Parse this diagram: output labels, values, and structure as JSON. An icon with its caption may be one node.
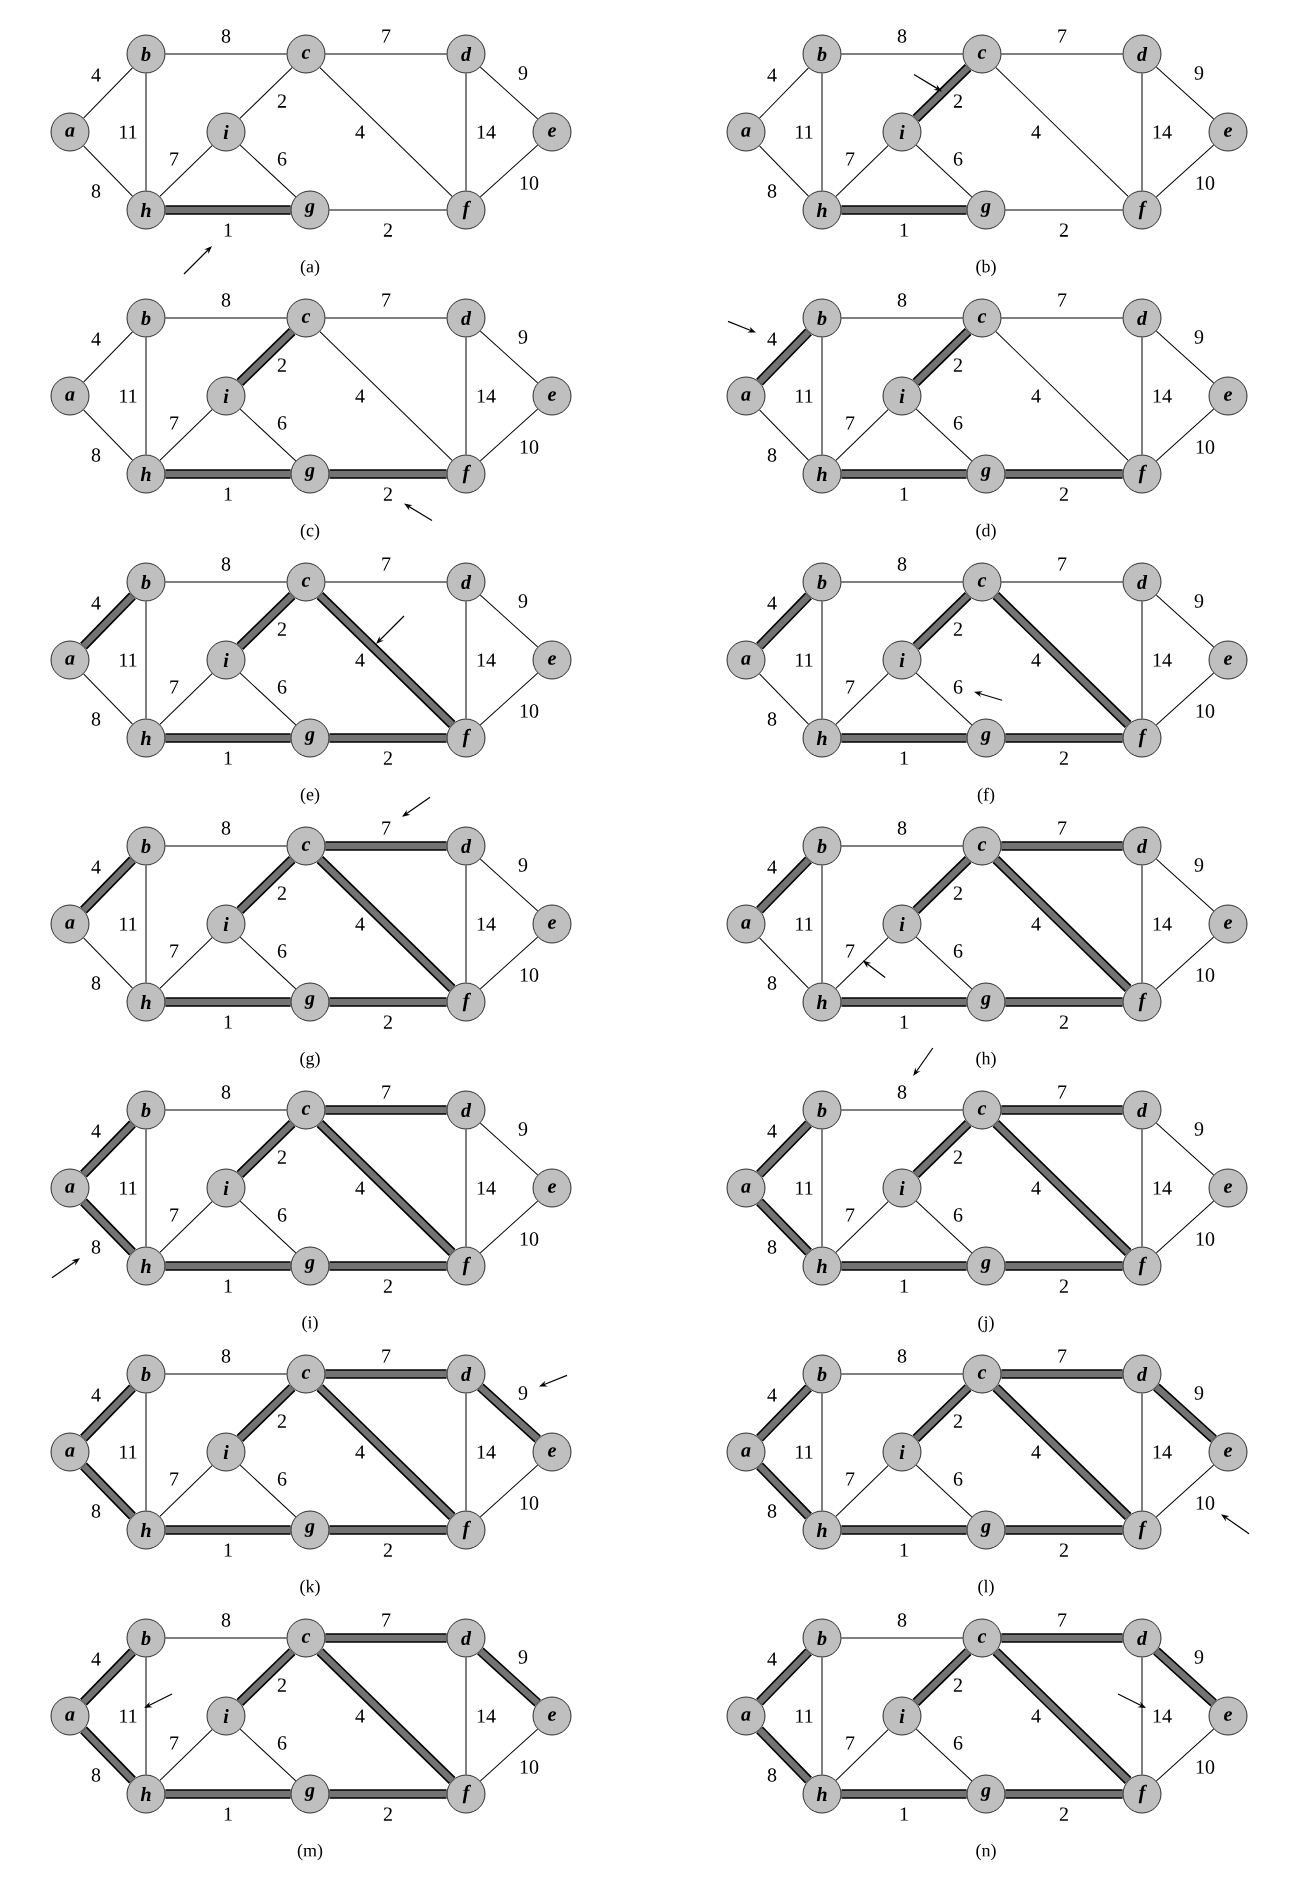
{
  "diagram": {
    "nodes": [
      {
        "text": [
          "a"
        ]
      },
      {
        "text": [
          "b"
        ]
      },
      {
        "text": [
          "c"
        ]
      },
      {
        "text": [
          "d"
        ]
      },
      {
        "text": [
          "e"
        ]
      },
      {
        "text": [
          "f"
        ]
      },
      {
        "text": [
          "g"
        ]
      },
      {
        "text": [
          "h"
        ]
      },
      {
        "text": [
          "i"
        ]
      },
      {
        "text": [
          "a"
        ]
      },
      {
        "text": [
          "b"
        ]
      },
      {
        "text": [
          "c"
        ]
      },
      {
        "text": [
          "d"
        ]
      },
      {
        "text": [
          "e"
        ]
      },
      {
        "text": [
          "f"
        ]
      },
      {
        "text": [
          "g"
        ]
      },
      {
        "text": [
          "h"
        ]
      },
      {
        "text": [
          "i"
        ]
      },
      {
        "text": [
          "a"
        ]
      },
      {
        "text": [
          "b"
        ]
      },
      {
        "text": [
          "c"
        ]
      },
      {
        "text": [
          "d"
        ]
      },
      {
        "text": [
          "e"
        ]
      },
      {
        "text": [
          "f"
        ]
      },
      {
        "text": [
          "g"
        ]
      },
      {
        "text": [
          "h"
        ]
      },
      {
        "text": [
          "i"
        ]
      },
      {
        "text": [
          "a"
        ]
      },
      {
        "text": [
          "b"
        ]
      },
      {
        "text": [
          "c"
        ]
      },
      {
        "text": [
          "d"
        ]
      },
      {
        "text": [
          "e"
        ]
      },
      {
        "text": [
          "f"
        ]
      },
      {
        "text": [
          "g"
        ]
      },
      {
        "text": [
          "h"
        ]
      },
      {
        "text": [
          "i"
        ]
      },
      {
        "text": [
          "a"
        ]
      },
      {
        "text": [
          "b"
        ]
      },
      {
        "text": [
          "c"
        ]
      },
      {
        "text": [
          "d"
        ]
      },
      {
        "text": [
          "e"
        ]
      },
      {
        "text": [
          "f"
        ]
      },
      {
        "text": [
          "g"
        ]
      },
      {
        "text": [
          "h"
        ]
      },
      {
        "text": [
          "i"
        ]
      },
      {
        "text": [
          "a"
        ]
      },
      {
        "text": [
          "b"
        ]
      },
      {
        "text": [
          "c"
        ]
      },
      {
        "text": [
          "d"
        ]
      },
      {
        "text": [
          "e"
        ]
      },
      {
        "text": [
          "f"
        ]
      },
      {
        "text": [
          "g"
        ]
      },
      {
        "text": [
          "h"
        ]
      },
      {
        "text": [
          "i"
        ]
      },
      {
        "text": [
          "a"
        ]
      },
      {
        "text": [
          "b"
        ]
      },
      {
        "text": [
          "c"
        ]
      },
      {
        "text": [
          "d"
        ]
      },
      {
        "text": [
          "e"
        ]
      },
      {
        "text": [
          "f"
        ]
      },
      {
        "text": [
          "g"
        ]
      },
      {
        "text": [
          "h"
        ]
      },
      {
        "text": [
          "i"
        ]
      },
      {
        "text": [
          "a"
        ]
      },
      {
        "text": [
          "b"
        ]
      },
      {
        "text": [
          "c"
        ]
      },
      {
        "text": [
          "d"
        ]
      },
      {
        "text": [
          "e"
        ]
      },
      {
        "text": [
          "f"
        ]
      },
      {
        "text": [
          "g"
        ]
      },
      {
        "text": [
          "h"
        ]
      },
      {
        "text": [
          "i"
        ]
      },
      {
        "text": [
          "a"
        ]
      },
      {
        "text": [
          "b"
        ]
      },
      {
        "text": [
          "c"
        ]
      },
      {
        "text": [
          "d"
        ]
      },
      {
        "text": [
          "e"
        ]
      },
      {
        "text": [
          "f"
        ]
      },
      {
        "text": [
          "g"
        ]
      },
      {
        "text": [
          "h"
        ]
      },
      {
        "text": [
          "i"
        ]
      },
      {
        "text": [
          "a"
        ]
      },
      {
        "text": [
          "b"
        ]
      },
      {
        "text": [
          "c"
        ]
      },
      {
        "text": [
          "d"
        ]
      },
      {
        "text": [
          "e"
        ]
      },
      {
        "text": [
          "f"
        ]
      },
      {
        "text": [
          "g"
        ]
      },
      {
        "text": [
          "h"
        ]
      },
      {
        "text": [
          "i"
        ]
      },
      {
        "text": [
          "a"
        ]
      },
      {
        "text": [
          "b"
        ]
      },
      {
        "text": [
          "c"
        ]
      },
      {
        "text": [
          "d"
        ]
      },
      {
        "text": [
          "e"
        ]
      },
      {
        "text": [
          "f"
        ]
      },
      {
        "text": [
          "g"
        ]
      },
      {
        "text": [
          "h"
        ]
      },
      {
        "text": [
          "i"
        ]
      },
      {
        "text": [
          "a"
        ]
      },
      {
        "text": [
          "b"
        ]
      },
      {
        "text": [
          "c"
        ]
      },
      {
        "text": [
          "d"
        ]
      },
      {
        "text": [
          "e"
        ]
      },
      {
        "text": [
          "f"
        ]
      },
      {
        "text": [
          "g"
        ]
      },
      {
        "text": [
          "h"
        ]
      },
      {
        "text": [
          "i"
        ]
      },
      {
        "text": [
          "a"
        ]
      },
      {
        "text": [
          "b"
        ]
      },
      {
        "text": [
          "c"
        ]
      },
      {
        "text": [
          "d"
        ]
      },
      {
        "text": [
          "e"
        ]
      },
      {
        "text": [
          "f"
        ]
      },
      {
        "text": [
          "g"
        ]
      },
      {
        "text": [
          "h"
        ]
      },
      {
        "text": [
          "i"
        ]
      },
      {
        "text": [
          "a"
        ]
      },
      {
        "text": [
          "b"
        ]
      },
      {
        "text": [
          "c"
        ]
      },
      {
        "text": [
          "d"
        ]
      },
      {
        "text": [
          "e"
        ]
      },
      {
        "text": [
          "f"
        ]
      },
      {
        "text": [
          "g"
        ]
      },
      {
        "text": [
          "h"
        ]
      },
      {
        "text": [
          "i"
        ]
      }
    ],
    "edges": [
      {
        "from": 0,
        "to": 1,
        "arrow": "none",
        "label": "4"
      },
      {
        "from": 0,
        "to": 7,
        "arrow": "none",
        "label": "8"
      },
      {
        "from": 1,
        "to": 2,
        "arrow": "none",
        "label": "8"
      },
      {
        "from": 1,
        "to": 7,
        "arrow": "none",
        "label": "11"
      },
      {
        "from": 2,
        "to": 3,
        "arrow": "none",
        "label": "7"
      },
      {
        "from": 2,
        "to": 8,
        "arrow": "none",
        "label": "2"
      },
      {
        "from": 2,
        "to": 5,
        "arrow": "none",
        "label": "4"
      },
      {
        "from": 3,
        "to": 5,
        "arrow": "none",
        "label": "14"
      },
      {
        "from": 3,
        "to": 4,
        "arrow": "none",
        "label": "9"
      },
      {
        "from": 4,
        "to": 5,
        "arrow": "none",
        "label": "10"
      },
      {
        "from": 6,
        "to": 5,
        "arrow": "none",
        "label": "2"
      },
      {
        "from": 7,
        "to": 6,
        "arrow": "none",
        "label": "1",
        "style": "thick"
      },
      {
        "from": 8,
        "to": 6,
        "arrow": "none",
        "label": "6"
      },
      {
        "from": 7,
        "to": 8,
        "arrow": "none",
        "label": "7"
      },
      {
        "from": 9,
        "to": 10,
        "arrow": "none",
        "label": "4"
      },
      {
        "from": 9,
        "to": 16,
        "arrow": "none",
        "label": "8"
      },
      {
        "from": 10,
        "to": 11,
        "arrow": "none",
        "label": "8"
      },
      {
        "from": 10,
        "to": 16,
        "arrow": "none",
        "label": "11"
      },
      {
        "from": 11,
        "to": 12,
        "arrow": "none",
        "label": "7"
      },
      {
        "from": 11,
        "to": 17,
        "arrow": "none",
        "label": "2",
        "style": "thick"
      },
      {
        "from": 11,
        "to": 14,
        "arrow": "none",
        "label": "4"
      },
      {
        "from": 12,
        "to": 14,
        "arrow": "none",
        "label": "14"
      },
      {
        "from": 12,
        "to": 13,
        "arrow": "none",
        "label": "9"
      },
      {
        "from": 13,
        "to": 14,
        "arrow": "none",
        "label": "10"
      },
      {
        "from": 15,
        "to": 14,
        "arrow": "none",
        "label": "2"
      },
      {
        "from": 16,
        "to": 15,
        "arrow": "none",
        "label": "1",
        "style": "thick"
      },
      {
        "from": 17,
        "to": 15,
        "arrow": "none",
        "label": "6"
      },
      {
        "from": 16,
        "to": 17,
        "arrow": "none",
        "label": "7"
      },
      {
        "from": 18,
        "to": 19,
        "arrow": "none",
        "label": "4"
      },
      {
        "from": 18,
        "to": 25,
        "arrow": "none",
        "label": "8"
      },
      {
        "from": 19,
        "to": 20,
        "arrow": "none",
        "label": "8"
      },
      {
        "from": 19,
        "to": 25,
        "arrow": "none",
        "label": "11"
      },
      {
        "from": 20,
        "to": 21,
        "arrow": "none",
        "label": "7"
      },
      {
        "from": 20,
        "to": 26,
        "arrow": "none",
        "label": "2",
        "style": "thick"
      },
      {
        "from": 20,
        "to": 23,
        "arrow": "none",
        "label": "4"
      },
      {
        "from": 21,
        "to": 23,
        "arrow": "none",
        "label": "14"
      },
      {
        "from": 21,
        "to": 22,
        "arrow": "none",
        "label": "9"
      },
      {
        "from": 22,
        "to": 23,
        "arrow": "none",
        "label": "10"
      },
      {
        "from": 24,
        "to": 23,
        "arrow": "none",
        "label": "2",
        "style": "thick"
      },
      {
        "from": 25,
        "to": 24,
        "arrow": "none",
        "label": "1",
        "style": "thick"
      },
      {
        "from": 26,
        "to": 24,
        "arrow": "none",
        "label": "6"
      },
      {
        "from": 25,
        "to": 26,
        "arrow": "none",
        "label": "7"
      },
      {
        "from": 27,
        "to": 28,
        "arrow": "none",
        "label": "4",
        "style": "thick"
      },
      {
        "from": 27,
        "to": 34,
        "arrow": "none",
        "label": "8"
      },
      {
        "from": 28,
        "to": 29,
        "arrow": "none",
        "label": "8"
      },
      {
        "from": 28,
        "to": 34,
        "arrow": "none",
        "label": "11"
      },
      {
        "from": 29,
        "to": 30,
        "arrow": "none",
        "label": "7"
      },
      {
        "from": 29,
        "to": 35,
        "arrow": "none",
        "label": "2",
        "style": "thick"
      },
      {
        "from": 29,
        "to": 32,
        "arrow": "none",
        "label": "4"
      },
      {
        "from": 30,
        "to": 32,
        "arrow": "none",
        "label": "14"
      },
      {
        "from": 30,
        "to": 31,
        "arrow": "none",
        "label": "9"
      },
      {
        "from": 31,
        "to": 32,
        "arrow": "none",
        "label": "10"
      },
      {
        "from": 33,
        "to": 32,
        "arrow": "none",
        "label": "2",
        "style": "thick"
      },
      {
        "from": 34,
        "to": 33,
        "arrow": "none",
        "label": "1",
        "style": "thick"
      },
      {
        "from": 35,
        "to": 33,
        "arrow": "none",
        "label": "6"
      },
      {
        "from": 34,
        "to": 35,
        "arrow": "none",
        "label": "7"
      },
      {
        "from": 36,
        "to": 37,
        "arrow": "none",
        "label": "4",
        "style": "thick"
      },
      {
        "from": 36,
        "to": 43,
        "arrow": "none",
        "label": "8"
      },
      {
        "from": 37,
        "to": 38,
        "arrow": "none",
        "label": "8"
      },
      {
        "from": 37,
        "to": 43,
        "arrow": "none",
        "label": "11"
      },
      {
        "from": 38,
        "to": 39,
        "arrow": "none",
        "label": "7"
      },
      {
        "from": 38,
        "to": 44,
        "arrow": "none",
        "label": "2",
        "style": "thick"
      },
      {
        "from": 38,
        "to": 41,
        "arrow": "none",
        "label": "4",
        "style": "thick"
      },
      {
        "from": 39,
        "to": 41,
        "arrow": "none",
        "label": "14"
      },
      {
        "from": 39,
        "to": 40,
        "arrow": "none",
        "label": "9"
      },
      {
        "from": 40,
        "to": 41,
        "arrow": "none",
        "label": "10"
      },
      {
        "from": 42,
        "to": 41,
        "arrow": "none",
        "label": "2",
        "style": "thick"
      },
      {
        "from": 43,
        "to": 42,
        "arrow": "none",
        "label": "1",
        "style": "thick"
      },
      {
        "from": 44,
        "to": 42,
        "arrow": "none",
        "label": "6"
      },
      {
        "from": 43,
        "to": 44,
        "arrow": "none",
        "label": "7"
      },
      {
        "from": 45,
        "to": 46,
        "arrow": "none",
        "label": "4",
        "style": "thick"
      },
      {
        "from": 45,
        "to": 52,
        "arrow": "none",
        "label": "8"
      },
      {
        "from": 46,
        "to": 47,
        "arrow": "none",
        "label": "8"
      },
      {
        "from": 46,
        "to": 52,
        "arrow": "none",
        "label": "11"
      },
      {
        "from": 47,
        "to": 48,
        "arrow": "none",
        "label": "7"
      },
      {
        "from": 47,
        "to": 53,
        "arrow": "none",
        "label": "2",
        "style": "thick"
      },
      {
        "from": 47,
        "to": 50,
        "arrow": "none",
        "label": "4",
        "style": "thick"
      },
      {
        "from": 48,
        "to": 50,
        "arrow": "none",
        "label": "14"
      },
      {
        "from": 48,
        "to": 49,
        "arrow": "none",
        "label": "9"
      },
      {
        "from": 49,
        "to": 50,
        "arrow": "none",
        "label": "10"
      },
      {
        "from": 51,
        "to": 50,
        "arrow": "none",
        "label": "2",
        "style": "thick"
      },
      {
        "from": 52,
        "to": 51,
        "arrow": "none",
        "label": "1",
        "style": "thick"
      },
      {
        "from": 53,
        "to": 51,
        "arrow": "none",
        "label": "6"
      },
      {
        "from": 52,
        "to": 53,
        "arrow": "none",
        "label": "7"
      },
      {
        "from": 54,
        "to": 55,
        "arrow": "none",
        "label": "4",
        "style": "thick"
      },
      {
        "from": 54,
        "to": 61,
        "arrow": "none",
        "label": "8"
      },
      {
        "from": 55,
        "to": 56,
        "arrow": "none",
        "label": "8"
      },
      {
        "from": 55,
        "to": 61,
        "arrow": "none",
        "label": "11"
      },
      {
        "from": 56,
        "to": 57,
        "arrow": "none",
        "label": "7",
        "style": "thick"
      },
      {
        "from": 56,
        "to": 62,
        "arrow": "none",
        "label": "2",
        "style": "thick"
      },
      {
        "from": 56,
        "to": 59,
        "arrow": "none",
        "label": "4",
        "style": "thick"
      },
      {
        "from": 57,
        "to": 59,
        "arrow": "none",
        "label": "14"
      },
      {
        "from": 57,
        "to": 58,
        "arrow": "none",
        "label": "9"
      },
      {
        "from": 58,
        "to": 59,
        "arrow": "none",
        "label": "10"
      },
      {
        "from": 60,
        "to": 59,
        "arrow": "none",
        "label": "2",
        "style": "thick"
      },
      {
        "from": 61,
        "to": 60,
        "arrow": "none",
        "label": "1",
        "style": "thick"
      },
      {
        "from": 62,
        "to": 60,
        "arrow": "none",
        "label": "6"
      },
      {
        "from": 61,
        "to": 62,
        "arrow": "none",
        "label": "7"
      },
      {
        "from": 63,
        "to": 64,
        "arrow": "none",
        "label": "4",
        "style": "thick"
      },
      {
        "from": 63,
        "to": 70,
        "arrow": "none",
        "label": "8"
      },
      {
        "from": 64,
        "to": 65,
        "arrow": "none",
        "label": "8"
      },
      {
        "from": 64,
        "to": 70,
        "arrow": "none",
        "label": "11"
      },
      {
        "from": 65,
        "to": 66,
        "arrow": "none",
        "label": "7",
        "style": "thick"
      },
      {
        "from": 65,
        "to": 71,
        "arrow": "none",
        "label": "2",
        "style": "thick"
      },
      {
        "from": 65,
        "to": 68,
        "arrow": "none",
        "label": "4",
        "style": "thick"
      },
      {
        "from": 66,
        "to": 68,
        "arrow": "none",
        "label": "14"
      },
      {
        "from": 66,
        "to": 67,
        "arrow": "none",
        "label": "9"
      },
      {
        "from": 67,
        "to": 68,
        "arrow": "none",
        "label": "10"
      },
      {
        "from": 69,
        "to": 68,
        "arrow": "none",
        "label": "2",
        "style": "thick"
      },
      {
        "from": 70,
        "to": 69,
        "arrow": "none",
        "label": "1",
        "style": "thick"
      },
      {
        "from": 71,
        "to": 69,
        "arrow": "none",
        "label": "6"
      },
      {
        "from": 70,
        "to": 71,
        "arrow": "none",
        "label": "7"
      },
      {
        "from": 72,
        "to": 73,
        "arrow": "none",
        "label": "4",
        "style": "thick"
      },
      {
        "from": 72,
        "to": 79,
        "arrow": "none",
        "label": "8",
        "style": "thick"
      },
      {
        "from": 73,
        "to": 74,
        "arrow": "none",
        "label": "8"
      },
      {
        "from": 73,
        "to": 79,
        "arrow": "none",
        "label": "11"
      },
      {
        "from": 74,
        "to": 75,
        "arrow": "none",
        "label": "7",
        "style": "thick"
      },
      {
        "from": 74,
        "to": 80,
        "arrow": "none",
        "label": "2",
        "style": "thick"
      },
      {
        "from": 74,
        "to": 77,
        "arrow": "none",
        "label": "4",
        "style": "thick"
      },
      {
        "from": 75,
        "to": 77,
        "arrow": "none",
        "label": "14"
      },
      {
        "from": 75,
        "to": 76,
        "arrow": "none",
        "label": "9"
      },
      {
        "from": 76,
        "to": 77,
        "arrow": "none",
        "label": "10"
      },
      {
        "from": 78,
        "to": 77,
        "arrow": "none",
        "label": "2",
        "style": "thick"
      },
      {
        "from": 79,
        "to": 78,
        "arrow": "none",
        "label": "1",
        "style": "thick"
      },
      {
        "from": 80,
        "to": 78,
        "arrow": "none",
        "label": "6"
      },
      {
        "from": 79,
        "to": 80,
        "arrow": "none",
        "label": "7"
      },
      {
        "from": 81,
        "to": 82,
        "arrow": "none",
        "label": "4",
        "style": "thick"
      },
      {
        "from": 81,
        "to": 88,
        "arrow": "none",
        "label": "8",
        "style": "thick"
      },
      {
        "from": 82,
        "to": 83,
        "arrow": "none",
        "label": "8"
      },
      {
        "from": 82,
        "to": 88,
        "arrow": "none",
        "label": "11"
      },
      {
        "from": 83,
        "to": 84,
        "arrow": "none",
        "label": "7",
        "style": "thick"
      },
      {
        "from": 83,
        "to": 89,
        "arrow": "none",
        "label": "2",
        "style": "thick"
      },
      {
        "from": 83,
        "to": 86,
        "arrow": "none",
        "label": "4",
        "style": "thick"
      },
      {
        "from": 84,
        "to": 86,
        "arrow": "none",
        "label": "14"
      },
      {
        "from": 84,
        "to": 85,
        "arrow": "none",
        "label": "9"
      },
      {
        "from": 85,
        "to": 86,
        "arrow": "none",
        "label": "10"
      },
      {
        "from": 87,
        "to": 86,
        "arrow": "none",
        "label": "2",
        "style": "thick"
      },
      {
        "from": 88,
        "to": 87,
        "arrow": "none",
        "label": "1",
        "style": "thick"
      },
      {
        "from": 89,
        "to": 87,
        "arrow": "none",
        "label": "6"
      },
      {
        "from": 88,
        "to": 89,
        "arrow": "none",
        "label": "7"
      },
      {
        "from": 90,
        "to": 91,
        "arrow": "none",
        "label": "4",
        "style": "thick"
      },
      {
        "from": 90,
        "to": 97,
        "arrow": "none",
        "label": "8",
        "style": "thick"
      },
      {
        "from": 91,
        "to": 92,
        "arrow": "none",
        "label": "8"
      },
      {
        "from": 91,
        "to": 97,
        "arrow": "none",
        "label": "11"
      },
      {
        "from": 92,
        "to": 93,
        "arrow": "none",
        "label": "7",
        "style": "thick"
      },
      {
        "from": 92,
        "to": 98,
        "arrow": "none",
        "label": "2",
        "style": "thick"
      },
      {
        "from": 92,
        "to": 95,
        "arrow": "none",
        "label": "4",
        "style": "thick"
      },
      {
        "from": 93,
        "to": 95,
        "arrow": "none",
        "label": "14"
      },
      {
        "from": 93,
        "to": 94,
        "arrow": "none",
        "label": "9",
        "style": "thick"
      },
      {
        "from": 94,
        "to": 95,
        "arrow": "none",
        "label": "10"
      },
      {
        "from": 96,
        "to": 95,
        "arrow": "none",
        "label": "2",
        "style": "thick"
      },
      {
        "from": 97,
        "to": 96,
        "arrow": "none",
        "label": "1",
        "style": "thick"
      },
      {
        "from": 98,
        "to": 96,
        "arrow": "none",
        "label": "6"
      },
      {
        "from": 97,
        "to": 98,
        "arrow": "none",
        "label": "7"
      },
      {
        "from": 99,
        "to": 100,
        "arrow": "none",
        "label": "4",
        "style": "thick"
      },
      {
        "from": 99,
        "to": 106,
        "arrow": "none",
        "label": "8",
        "style": "thick"
      },
      {
        "from": 100,
        "to": 101,
        "arrow": "none",
        "label": "8"
      },
      {
        "from": 100,
        "to": 106,
        "arrow": "none",
        "label": "11"
      },
      {
        "from": 101,
        "to": 102,
        "arrow": "none",
        "label": "7",
        "style": "thick"
      },
      {
        "from": 101,
        "to": 107,
        "arrow": "none",
        "label": "2",
        "style": "thick"
      },
      {
        "from": 101,
        "to": 104,
        "arrow": "none",
        "label": "4",
        "style": "thick"
      },
      {
        "from": 102,
        "to": 104,
        "arrow": "none",
        "label": "14"
      },
      {
        "from": 102,
        "to": 103,
        "arrow": "none",
        "label": "9",
        "style": "thick"
      },
      {
        "from": 103,
        "to": 104,
        "arrow": "none",
        "label": "10"
      },
      {
        "from": 105,
        "to": 104,
        "arrow": "none",
        "label": "2",
        "style": "thick"
      },
      {
        "from": 106,
        "to": 105,
        "arrow": "none",
        "label": "1",
        "style": "thick"
      },
      {
        "from": 107,
        "to": 105,
        "arrow": "none",
        "label": "6"
      },
      {
        "from": 106,
        "to": 107,
        "arrow": "none",
        "label": "7"
      },
      {
        "from": 108,
        "to": 109,
        "arrow": "none",
        "label": "4",
        "style": "thick"
      },
      {
        "from": 108,
        "to": 115,
        "arrow": "none",
        "label": "8",
        "style": "thick"
      },
      {
        "from": 109,
        "to": 110,
        "arrow": "none",
        "label": "8"
      },
      {
        "from": 109,
        "to": 115,
        "arrow": "none",
        "label": "11"
      },
      {
        "from": 110,
        "to": 111,
        "arrow": "none",
        "label": "7",
        "style": "thick"
      },
      {
        "from": 110,
        "to": 116,
        "arrow": "none",
        "label": "2",
        "style": "thick"
      },
      {
        "from": 110,
        "to": 113,
        "arrow": "none",
        "label": "4",
        "style": "thick"
      },
      {
        "from": 111,
        "to": 113,
        "arrow": "none",
        "label": "14"
      },
      {
        "from": 111,
        "to": 112,
        "arrow": "none",
        "label": "9",
        "style": "thick"
      },
      {
        "from": 112,
        "to": 113,
        "arrow": "none",
        "label": "10"
      },
      {
        "from": 114,
        "to": 113,
        "arrow": "none",
        "label": "2",
        "style": "thick"
      },
      {
        "from": 115,
        "to": 114,
        "arrow": "none",
        "label": "1",
        "style": "thick"
      },
      {
        "from": 116,
        "to": 114,
        "arrow": "none",
        "label": "6"
      },
      {
        "from": 115,
        "to": 116,
        "arrow": "none",
        "label": "7"
      },
      {
        "from": 117,
        "to": 118,
        "arrow": "none",
        "label": "4",
        "style": "thick"
      },
      {
        "from": 117,
        "to": 124,
        "arrow": "none",
        "label": "8",
        "style": "thick"
      },
      {
        "from": 118,
        "to": 119,
        "arrow": "none",
        "label": "8"
      },
      {
        "from": 118,
        "to": 124,
        "arrow": "none",
        "label": "11"
      },
      {
        "from": 119,
        "to": 120,
        "arrow": "none",
        "label": "7",
        "style": "thick"
      },
      {
        "from": 119,
        "to": 125,
        "arrow": "none",
        "label": "2",
        "style": "thick"
      },
      {
        "from": 119,
        "to": 122,
        "arrow": "none",
        "label": "4",
        "style": "thick"
      },
      {
        "from": 120,
        "to": 122,
        "arrow": "none",
        "label": "14"
      },
      {
        "from": 120,
        "to": 121,
        "arrow": "none",
        "label": "9",
        "style": "thick"
      },
      {
        "from": 121,
        "to": 122,
        "arrow": "none",
        "label": "10"
      },
      {
        "from": 123,
        "to": 122,
        "arrow": "none",
        "label": "2",
        "style": "thick"
      },
      {
        "from": 124,
        "to": 123,
        "arrow": "none",
        "label": "1",
        "style": "thick"
      },
      {
        "from": 125,
        "to": 123,
        "arrow": "none",
        "label": "6"
      },
      {
        "from": 124,
        "to": 125,
        "arrow": "none",
        "label": "7"
      }
    ],
    "labels": [
      "(a)",
      "(b)",
      "(c)",
      "(d)",
      "(e)",
      "(f)",
      "(g)",
      "(h)",
      "(i)",
      "(j)",
      "(k)",
      "(l)",
      "(m)",
      "(n)"
    ]
  }
}
